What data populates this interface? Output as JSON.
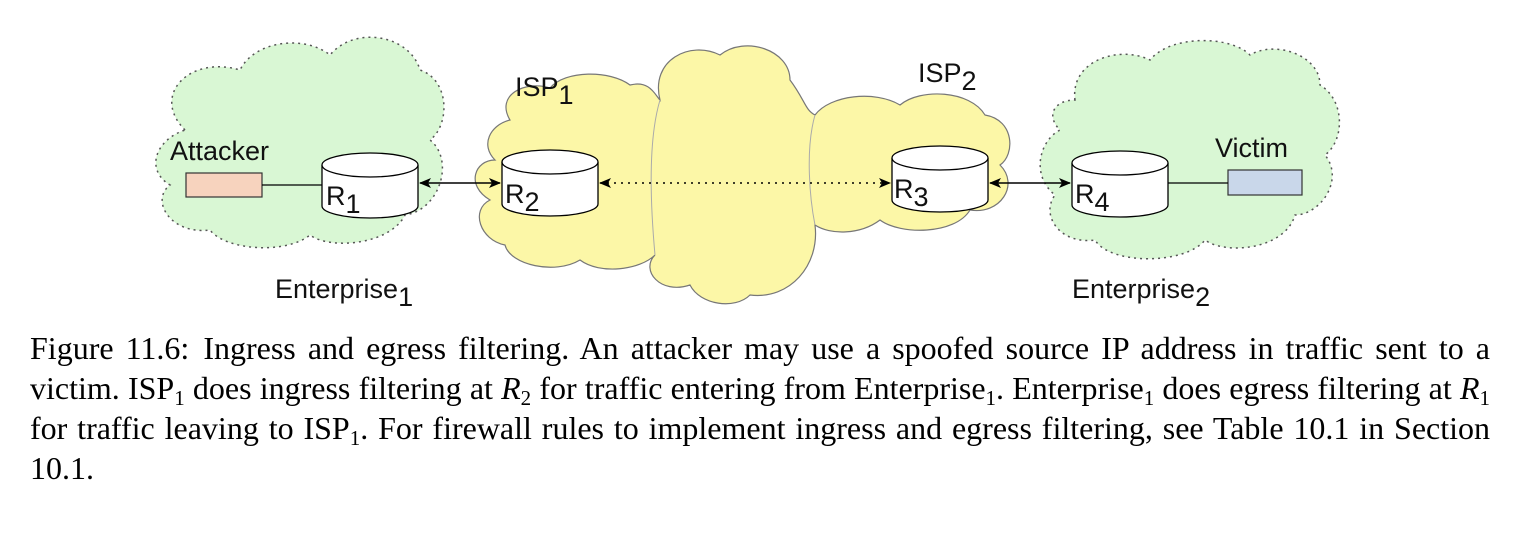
{
  "diagram": {
    "labels": {
      "attacker": "Attacker",
      "victim": "Victim",
      "isp1": {
        "main": "ISP",
        "sub": "1"
      },
      "isp2": {
        "main": "ISP",
        "sub": "2"
      },
      "enterprise1": {
        "main": "Enterprise",
        "sub": "1"
      },
      "enterprise2": {
        "main": "Enterprise",
        "sub": "2"
      }
    },
    "routers": [
      {
        "main": "R",
        "sub": "1"
      },
      {
        "main": "R",
        "sub": "2"
      },
      {
        "main": "R",
        "sub": "3"
      },
      {
        "main": "R",
        "sub": "4"
      }
    ],
    "colors": {
      "enterprise_cloud": "#d9f7d4",
      "isp_cloud": "#fcf7a7",
      "attacker_box": "#f7d3be",
      "victim_box": "#c9d7ea"
    }
  },
  "caption": {
    "label": "Figure 11.6:",
    "s1": "Ingress and egress filtering. An attacker may use a spoofed source IP address in traffic sent to a victim. ISP",
    "s1_sub": "1",
    "s2": " does ingress filtering at ",
    "s2_r": "R",
    "s2_r_sub": "2",
    "s3": " for traffic entering from Enterprise",
    "s3_sub": "1",
    "s4": ". Enterprise",
    "s4_sub": "1",
    "s5": " does egress filtering at ",
    "s5_r": "R",
    "s5_r_sub": "1",
    "s6": " for traffic leaving to ISP",
    "s6_sub": "1",
    "s7": ". For firewall rules to implement ingress and egress filtering, see Table 10.1 in Section 10.1."
  }
}
